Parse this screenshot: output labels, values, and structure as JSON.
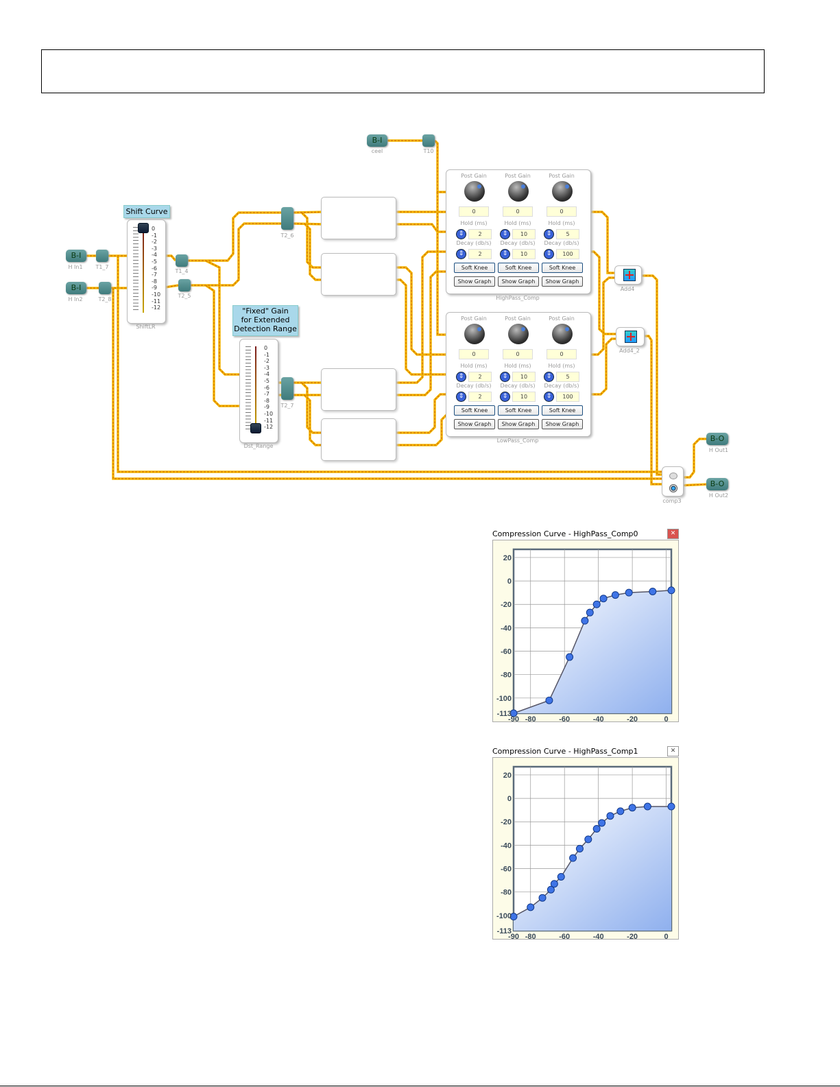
{
  "nodes": {
    "h_in1": {
      "text": "B-I",
      "label": "H In1"
    },
    "h_in2": {
      "text": "B-I",
      "label": "H In2"
    },
    "ceel": {
      "text": "B-I",
      "label": "ceel"
    },
    "h_out1": {
      "text": "B-O",
      "label": "H Out1"
    },
    "h_out2": {
      "text": "B-O",
      "label": "H Out2"
    },
    "t1_7": "T1_7",
    "t2_8": "T2_8",
    "t1_4": "T1_4",
    "t2_5": "T2_5",
    "t2_6": "T2_6",
    "t2_7": "T2_7",
    "t10": "T10",
    "add4": "Add4",
    "add4_2": "Add4_2",
    "comp3": "comp3"
  },
  "notes": {
    "shift_curve": "Shift Curve",
    "fixed_gain": [
      "\"Fixed\" Gain",
      "for Extended",
      "Detection Range"
    ]
  },
  "sliders": {
    "shift": {
      "label": "ShiftLR",
      "scale": [
        "0",
        "-1",
        "-2",
        "-3",
        "-4",
        "-5",
        "-6",
        "-7",
        "-8",
        "-9",
        "-10",
        "-11",
        "-12"
      ],
      "level_db": 0
    },
    "dst": {
      "label": "Dst_Range",
      "scale": [
        "0",
        "-1",
        "-2",
        "-3",
        "-4",
        "-5",
        "-6",
        "-7",
        "-8",
        "-9",
        "-10",
        "-11",
        "-12"
      ],
      "level_db": -12
    }
  },
  "compressors": [
    {
      "label": "HighPass_Comp",
      "columns": [
        {
          "post_gain_label": "Post Gain",
          "post_gain": "0",
          "hold_label": "Hold (ms)",
          "hold": "2",
          "decay_label": "Decay (db/s)",
          "decay": "2",
          "soft_knee": "Soft Knee",
          "show_graph": "Show Graph"
        },
        {
          "post_gain_label": "Post Gain",
          "post_gain": "0",
          "hold_label": "Hold (ms)",
          "hold": "10",
          "decay_label": "Decay (db/s)",
          "decay": "10",
          "soft_knee": "Soft Knee",
          "show_graph": "Show Graph"
        },
        {
          "post_gain_label": "Post Gain",
          "post_gain": "0",
          "hold_label": "Hold (ms)",
          "hold": "5",
          "decay_label": "Decay (db/s)",
          "decay": "100",
          "soft_knee": "Soft Knee",
          "show_graph": "Show Graph"
        }
      ]
    },
    {
      "label": "LowPass_Comp",
      "columns": [
        {
          "post_gain_label": "Post Gain",
          "post_gain": "0",
          "hold_label": "Hold (ms)",
          "hold": "2",
          "decay_label": "Decay (db/s)",
          "decay": "2",
          "soft_knee": "Soft Knee",
          "show_graph": "Show Graph"
        },
        {
          "post_gain_label": "Post Gain",
          "post_gain": "0",
          "hold_label": "Hold (ms)",
          "hold": "10",
          "decay_label": "Decay (db/s)",
          "decay": "10",
          "soft_knee": "Soft Knee",
          "show_graph": "Show Graph"
        },
        {
          "post_gain_label": "Post Gain",
          "post_gain": "0",
          "hold_label": "Hold (ms)",
          "hold": "5",
          "decay_label": "Decay (db/s)",
          "decay": "100",
          "soft_knee": "Soft Knee",
          "show_graph": "Show Graph"
        }
      ]
    }
  ],
  "colors": {
    "wire": "#f5b800",
    "wire_dash": "#c85a00",
    "input_port": "#0a8a2a",
    "output_port": "#1a3cf0",
    "curve_point": "#3f74e6",
    "fill": "#8fb0ee"
  },
  "chart_data": [
    {
      "type": "area",
      "title": "Compression Curve - HighPass_Comp0",
      "close_icon": "close-icon-red",
      "xlim": [
        -90,
        3
      ],
      "ylim": [
        -113,
        27
      ],
      "xticks": [
        "-90",
        "-80",
        "-60",
        "-40",
        "-20",
        "0"
      ],
      "yticks": [
        "20",
        "0",
        "-20",
        "-40",
        "-60",
        "-80",
        "-100",
        "-113"
      ],
      "grid": true,
      "x": [
        -90,
        -69,
        -57,
        -48,
        -45,
        -41,
        -37,
        -30,
        -22,
        -8,
        3
      ],
      "y": [
        -113,
        -102,
        -65,
        -34,
        -27,
        -20,
        -15,
        -12,
        -10,
        -9,
        -8
      ]
    },
    {
      "type": "area",
      "title": "Compression Curve - HighPass_Comp1",
      "close_icon": "close-icon",
      "xlim": [
        -90,
        3
      ],
      "ylim": [
        -113,
        27
      ],
      "xticks": [
        "-90",
        "-80",
        "-60",
        "-40",
        "-20",
        "0"
      ],
      "yticks": [
        "20",
        "0",
        "-20",
        "-40",
        "-60",
        "-80",
        "-100",
        "-113"
      ],
      "grid": true,
      "x": [
        -90,
        -80,
        -73,
        -68,
        -66,
        -62,
        -55,
        -51,
        -46,
        -41,
        -38,
        -33,
        -27,
        -20,
        -11,
        3
      ],
      "y": [
        -101,
        -93,
        -85,
        -78,
        -73,
        -67,
        -51,
        -43,
        -35,
        -26,
        -21,
        -15,
        -11,
        -8,
        -7,
        -7
      ]
    }
  ]
}
